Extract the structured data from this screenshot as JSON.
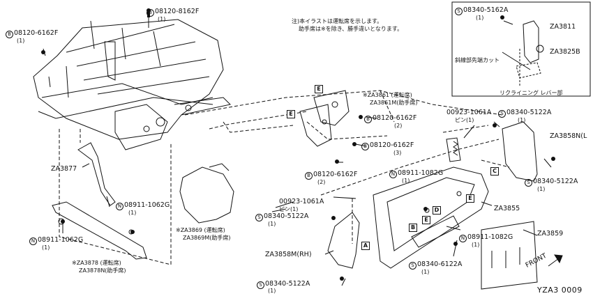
{
  "note": {
    "line1": "注)本イラストは運転席を示します。",
    "line2": "助手席は※を除き、勝手違いとなります。"
  },
  "inset": {
    "title": "リクライニング レバー部",
    "cut_label": "斜線部先端カット",
    "part_a": "ZA3811",
    "part_b": "ZA3825B",
    "bolt_prefix": "S",
    "bolt": "08340-5162A",
    "bolt_qty": "(1)"
  },
  "callouts": [
    {
      "id": "b1",
      "prefix": "B",
      "code": "08120-8162F",
      "qty": "(1)"
    },
    {
      "id": "b2",
      "prefix": "B",
      "code": "08120-6162F",
      "qty": "(1)"
    },
    {
      "id": "b3",
      "prefix": "B",
      "code": "08120-6162F",
      "qty": "(2)"
    },
    {
      "id": "b4",
      "prefix": "B",
      "code": "08120-6162F",
      "qty": "(3)"
    },
    {
      "id": "b5",
      "prefix": "B",
      "code": "08120-6162F",
      "qty": "(2)"
    },
    {
      "id": "s1",
      "prefix": "S",
      "code": "08340-5122A",
      "qty": "(1)"
    },
    {
      "id": "s2",
      "prefix": "S",
      "code": "08340-5122A",
      "qty": "(1)"
    },
    {
      "id": "s3",
      "prefix": "S",
      "code": "08340-5122A",
      "qty": "(1)"
    },
    {
      "id": "s4",
      "prefix": "S",
      "code": "08340-5122A",
      "qty": "(1)"
    },
    {
      "id": "s5",
      "prefix": "S",
      "code": "08340-6122A",
      "qty": "(1)"
    },
    {
      "id": "n1",
      "prefix": "N",
      "code": "08911-1062G",
      "qty": "(1)"
    },
    {
      "id": "n2",
      "prefix": "N",
      "code": "08911-1062G",
      "qty": "(1)"
    },
    {
      "id": "n3",
      "prefix": "N",
      "code": "08911-1082G",
      "qty": "(1)"
    },
    {
      "id": "n4",
      "prefix": "N",
      "code": "08911-1082G",
      "qty": "(1)"
    }
  ],
  "pins": [
    {
      "id": "p1",
      "code": "00923-1061A",
      "label": "ピン(1)"
    },
    {
      "id": "p2",
      "code": "00923-1061A",
      "label": "ピン(1)"
    }
  ],
  "parts": {
    "za3877": "ZA3877",
    "za3861": "※ZA3861 (運転席)",
    "za3861m": "ZA3861M(助手席)",
    "za3858n": "ZA3858N(L",
    "za3855": "ZA3855",
    "za3859": "ZA3859",
    "za3858m": "ZA3858M(RH)",
    "za3869": "※ZA3869 (運転席)",
    "za3869m": "ZA3869M(助手席)",
    "za3878": "※ZA3878 (運転席)",
    "za3878n": "ZA3878N(助手席)"
  },
  "ref_boxes": [
    "E",
    "E",
    "E",
    "E",
    "C",
    "D",
    "B",
    "A"
  ],
  "front_label": "FRONT",
  "diagram_code": "YZA3 0009"
}
